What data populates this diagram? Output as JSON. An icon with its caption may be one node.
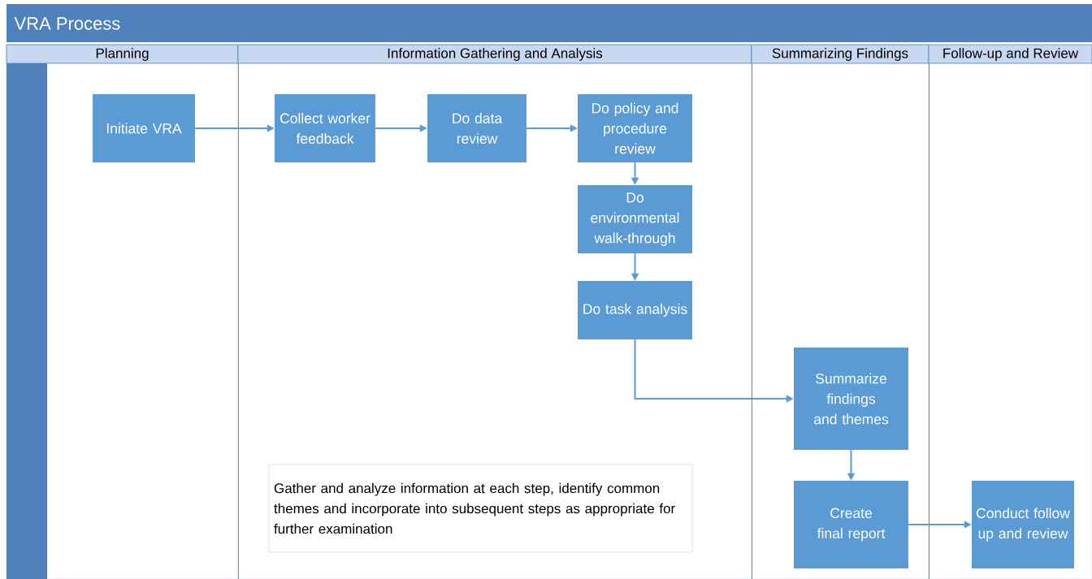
{
  "diagram": {
    "title": "VRA Process",
    "nodes": [
      {
        "text": [
          "Planning"
        ]
      },
      {
        "text": [
          "Information Gathering and Analysis"
        ]
      },
      {
        "text": [
          "Summarizing Findings"
        ]
      },
      {
        "text": [
          "Follow-up and Review"
        ]
      },
      {
        "text": [
          "Initiate VRA"
        ],
        "in": 0
      },
      {
        "text": [
          "Collect worker feedback"
        ],
        "in": 1
      },
      {
        "text": [
          "Do data review"
        ],
        "in": 1
      },
      {
        "text": [
          "Do policy and procedure review"
        ],
        "in": 1
      },
      {
        "text": [
          "Do environmental walk-through"
        ],
        "in": 1
      },
      {
        "text": [
          "Do task analysis"
        ],
        "in": 1
      },
      {
        "text": [
          "Summarize findings and themes"
        ],
        "in": 2
      },
      {
        "text": [
          "Create final report"
        ],
        "in": 2
      },
      {
        "text": [
          "Conduct follow up and review"
        ],
        "in": 3
      },
      {
        "text": [
          "Gather and analyze information at each step, identify common themes and incorporate into subsequent steps as appropriate for further examination"
        ],
        "in": 1
      }
    ],
    "edges": [
      {
        "from": 4,
        "to": 5,
        "arrow": "to"
      },
      {
        "from": 5,
        "to": 6,
        "arrow": "to"
      },
      {
        "from": 6,
        "to": 7,
        "arrow": "to"
      },
      {
        "from": 7,
        "to": 8,
        "arrow": "to"
      },
      {
        "from": 8,
        "to": 9,
        "arrow": "to"
      },
      {
        "from": 9,
        "to": 10,
        "arrow": "to"
      },
      {
        "from": 10,
        "to": 11,
        "arrow": "to"
      },
      {
        "from": 11,
        "to": 12,
        "arrow": "to"
      }
    ]
  }
}
